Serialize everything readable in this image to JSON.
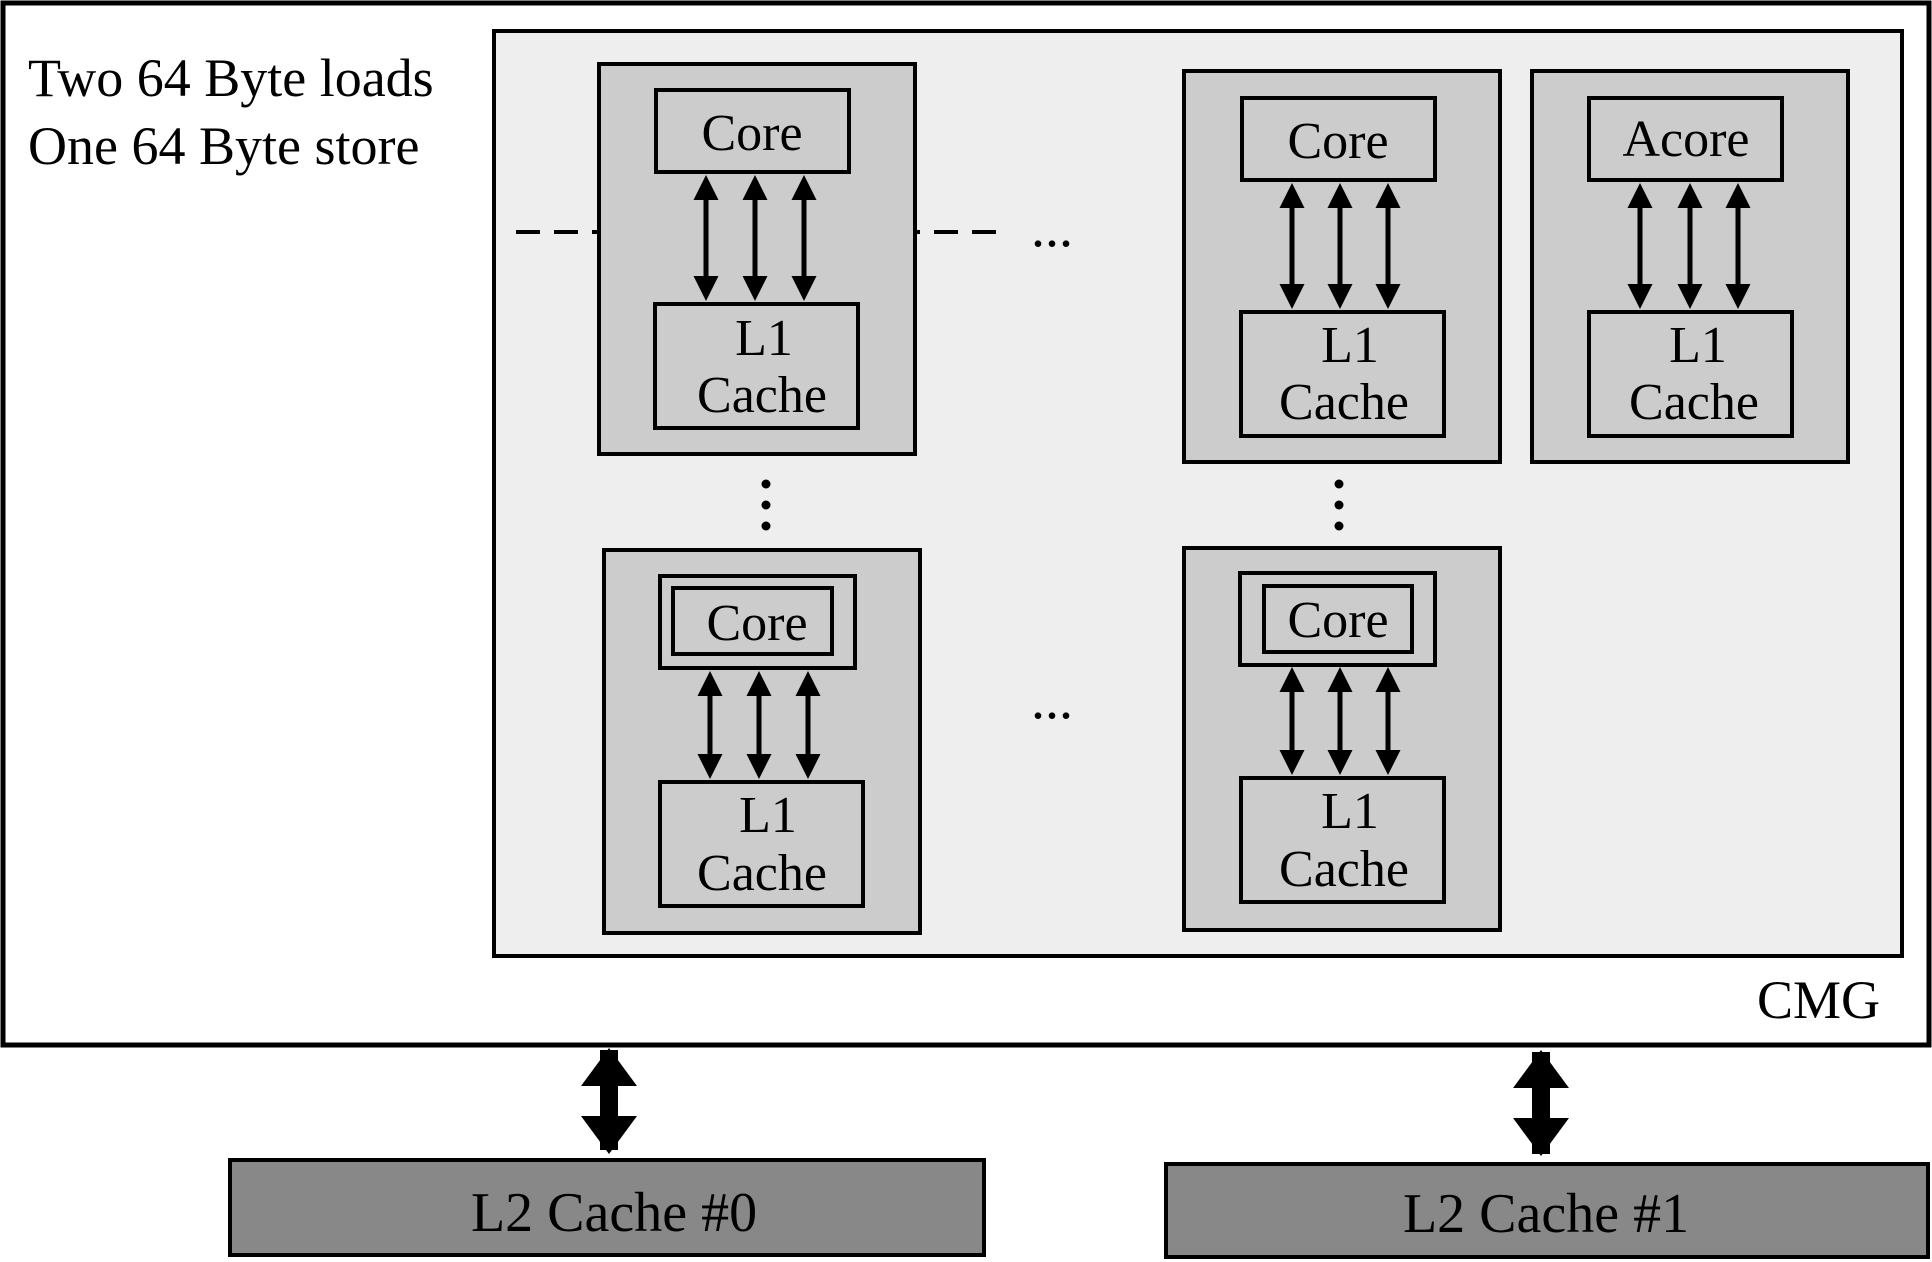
{
  "diagram": {
    "load_note_line1": "Two 64 Byte loads",
    "load_note_line2": "One 64 Byte store",
    "cmg_label": "CMG",
    "ellipsis": "...",
    "vertical_ellipsis": "⋮",
    "colors": {
      "outer_fill": "#ffffff",
      "inner_fill": "#eeeeee",
      "core_group_fill": "#cccccc",
      "l2_fill": "#888888",
      "stroke": "#000000"
    },
    "core_groups": [
      {
        "core_label": "Core",
        "cache_line1": "L1",
        "cache_line2": "Cache",
        "double_border": false
      },
      {
        "core_label": "Core",
        "cache_line1": "L1",
        "cache_line2": "Cache",
        "double_border": false
      },
      {
        "core_label": "Acore",
        "cache_line1": "L1",
        "cache_line2": "Cache",
        "double_border": false
      },
      {
        "core_label": "Core",
        "cache_line1": "L1",
        "cache_line2": "Cache",
        "double_border": true
      },
      {
        "core_label": "Core",
        "cache_line1": "L1",
        "cache_line2": "Cache",
        "double_border": true
      }
    ],
    "l2_caches": [
      {
        "label": "L2 Cache #0"
      },
      {
        "label": "L2 Cache #1"
      }
    ]
  }
}
